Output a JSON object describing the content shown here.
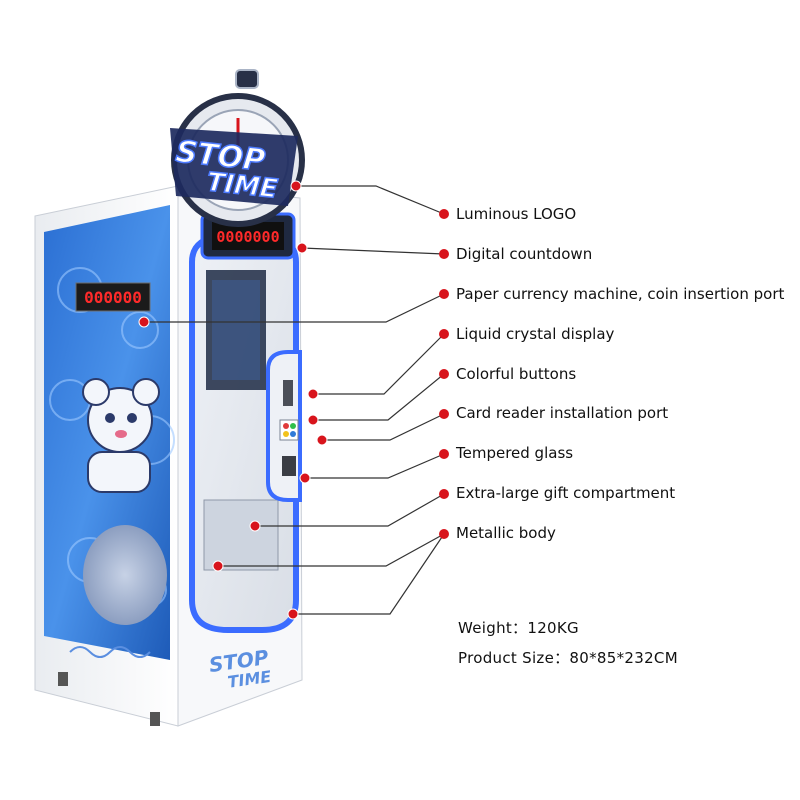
{
  "logo": {
    "line1": "STOP",
    "line2": "TIME"
  },
  "displays": {
    "top_countdown": "0000000",
    "side_countdown": "000000"
  },
  "body_logo": {
    "line1": "STOP",
    "line2": "TIME"
  },
  "features": [
    {
      "label": "Luminous LOGO"
    },
    {
      "label": "Digital countdown"
    },
    {
      "label": "Paper currency machine, coin insertion port"
    },
    {
      "label": "Liquid crystal display"
    },
    {
      "label": "Colorful buttons"
    },
    {
      "label": "Card reader installation port"
    },
    {
      "label": "Tempered glass"
    },
    {
      "label": "Extra-large gift compartment"
    },
    {
      "label": "Metallic body"
    }
  ],
  "specs": {
    "weight": "Weight：120KG",
    "size": "Product Size：80*85*232CM"
  },
  "colors": {
    "marker": "#d8141c",
    "leader": "#333333",
    "cabinet": "#f4f5f7",
    "panel_blue": "#2f7ad8",
    "led": "#ff2a2a",
    "glow": "#3b6cff"
  }
}
